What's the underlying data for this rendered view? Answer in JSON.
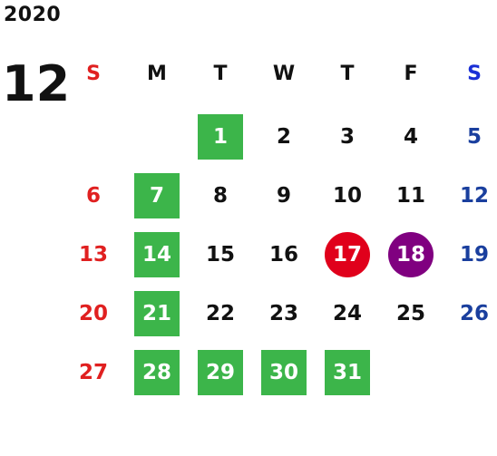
{
  "calendar": {
    "year": "2020",
    "month": "12",
    "weekdays": [
      "S",
      "M",
      "T",
      "W",
      "T",
      "F",
      "S"
    ],
    "weeks": [
      [
        "",
        "",
        "1",
        "2",
        "3",
        "4",
        "5"
      ],
      [
        "6",
        "7",
        "8",
        "9",
        "10",
        "11",
        "12"
      ],
      [
        "13",
        "14",
        "15",
        "16",
        "17",
        "18",
        "19"
      ],
      [
        "20",
        "21",
        "22",
        "23",
        "24",
        "25",
        "26"
      ],
      [
        "27",
        "28",
        "29",
        "30",
        "31",
        "",
        ""
      ]
    ],
    "highlighted_green": [
      "1",
      "7",
      "14",
      "21",
      "28",
      "29",
      "30",
      "31"
    ],
    "highlighted_red_circle": [
      "17"
    ],
    "highlighted_purple_circle": [
      "18"
    ]
  },
  "colors": {
    "sunday": "#e02020",
    "saturday": "#1a3f9e",
    "weekday": "#111111",
    "green_highlight": "#3cb54a",
    "red_circle": "#e0001b",
    "purple_circle": "#800080"
  }
}
